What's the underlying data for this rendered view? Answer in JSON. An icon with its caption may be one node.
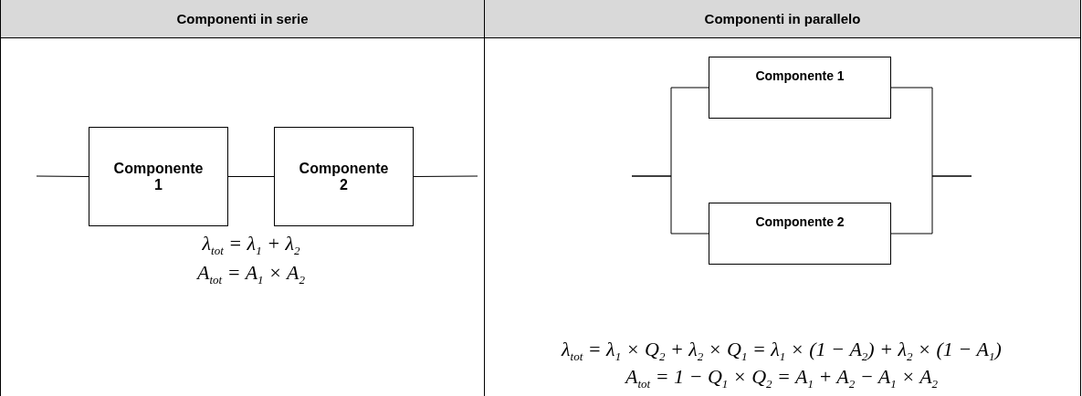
{
  "diagram": {
    "nodes": [
      {
        "text": [
          "Componente 1"
        ]
      },
      {
        "text": [
          "Componente 2"
        ]
      },
      {
        "text": [
          "Componente 1"
        ]
      },
      {
        "text": [
          "Componente 2"
        ]
      }
    ],
    "edges": [
      {
        "from": null,
        "to": 0,
        "arrow": "none"
      },
      {
        "from": 0,
        "to": 1,
        "arrow": "none"
      },
      {
        "from": 1,
        "to": null,
        "arrow": "none"
      },
      {
        "from": null,
        "to": 2,
        "arrow": "none"
      },
      {
        "from": null,
        "to": 3,
        "arrow": "none"
      },
      {
        "from": 2,
        "to": null,
        "arrow": "none"
      },
      {
        "from": 3,
        "to": null,
        "arrow": "none"
      }
    ],
    "labels": [
      "Componenti in serie",
      "Componenti in parallelo",
      "λ$_{tot}$ = λ$_{1}$ + λ$_{2}$",
      "A$_{tot}$ = A$_{1}$ × A$_{2}$",
      "λ$_{tot}$ = λ$_{1}$ × Q$_{2}$ + λ$_{2}$ × Q$_{1}$ = λ$_{1}$ × (1 − A$_{2}$) + λ$_{2}$ × (1 − A$_{1}$)",
      "A$_{tot}$ = 1 − Q$_{1}$ × Q$_{2}$ = A$_{1}$ + A$_{2}$ − A$_{1}$ × A$_{2}$"
    ]
  }
}
